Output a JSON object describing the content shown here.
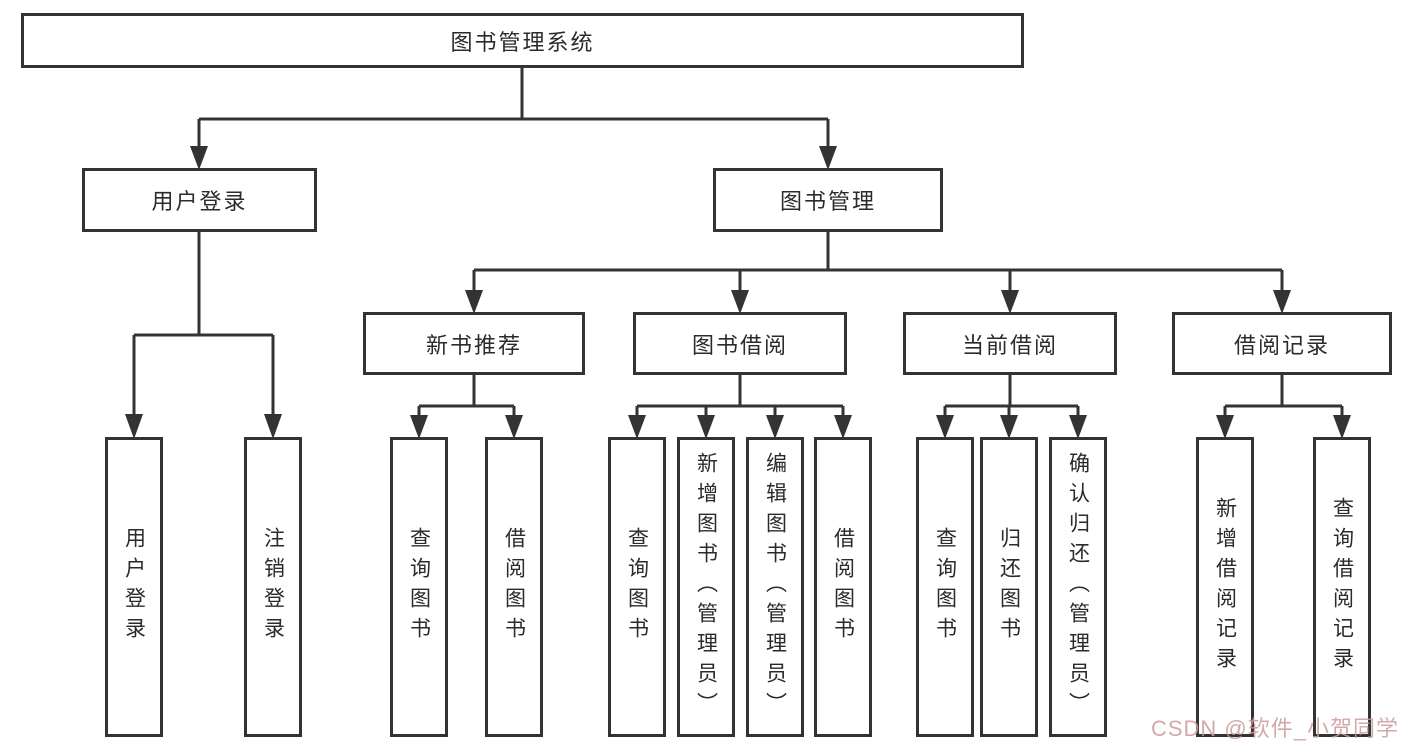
{
  "diagram": {
    "root": {
      "label": "图书管理系统"
    },
    "level2": [
      {
        "label": "用户登录"
      },
      {
        "label": "图书管理"
      }
    ],
    "level3": [
      {
        "label": "新书推荐"
      },
      {
        "label": "图书借阅"
      },
      {
        "label": "当前借阅"
      },
      {
        "label": "借阅记录"
      }
    ],
    "leaves": [
      {
        "label": "用户登录"
      },
      {
        "label": "注销登录"
      },
      {
        "label": "查询图书"
      },
      {
        "label": "借阅图书"
      },
      {
        "label": "查询图书"
      },
      {
        "label": "新增图书（管理员）"
      },
      {
        "label": "编辑图书（管理员）"
      },
      {
        "label": "借阅图书"
      },
      {
        "label": "查询图书"
      },
      {
        "label": "归还图书"
      },
      {
        "label": "确认归还（管理员）"
      },
      {
        "label": "新增借阅记录"
      },
      {
        "label": "查询借阅记录"
      }
    ],
    "line_color": "#333333",
    "box_border_color": "#333333",
    "background_color": "#ffffff"
  },
  "watermark": {
    "text": "CSDN @软件_小贺同学"
  }
}
